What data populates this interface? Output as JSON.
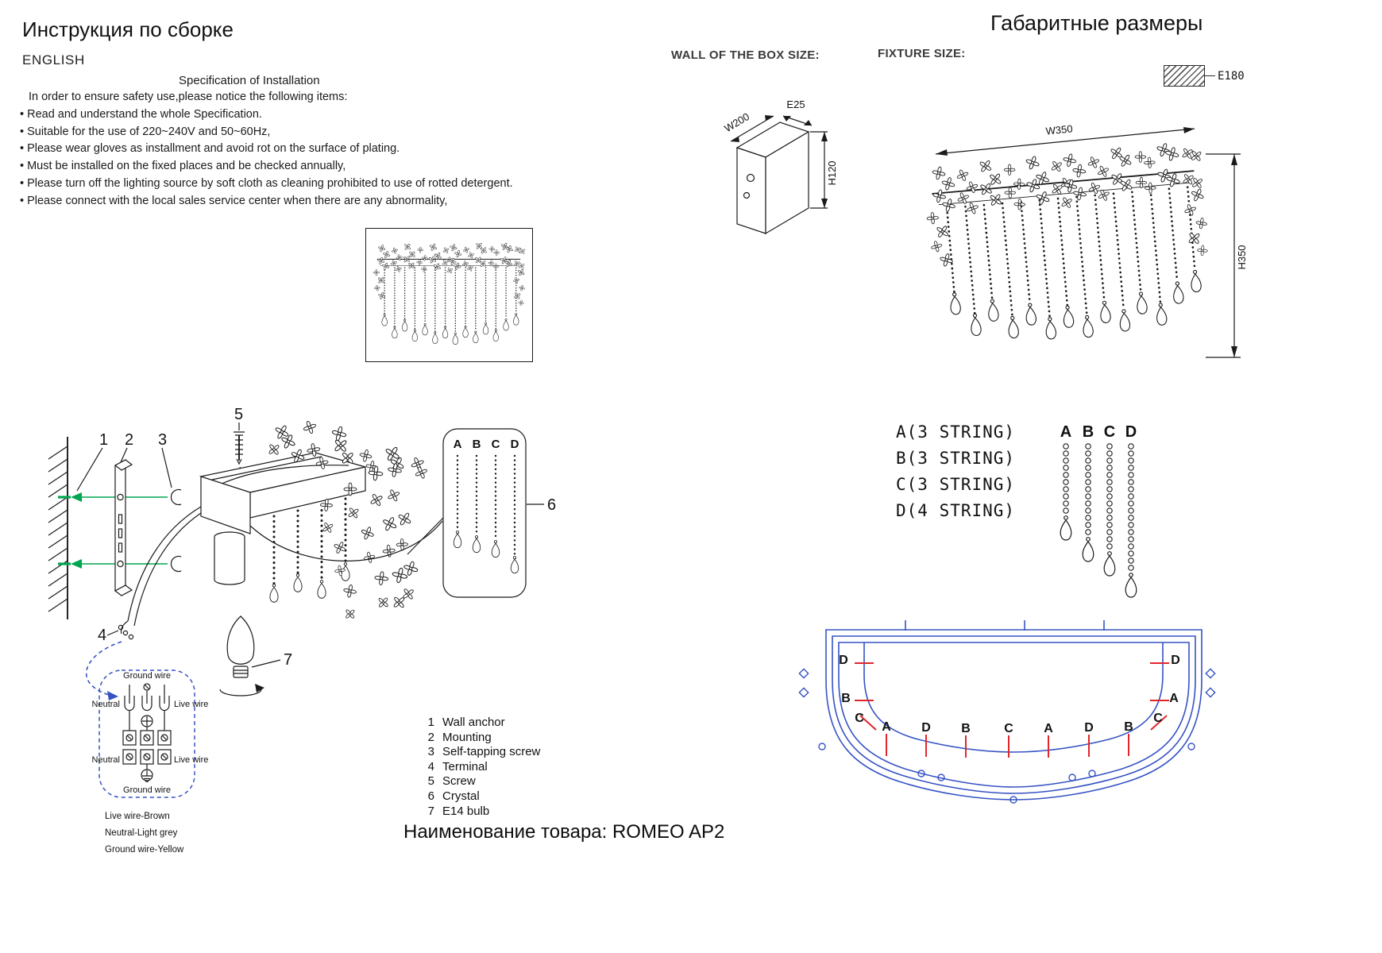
{
  "titles": {
    "assembly": "Инструкция по сборке",
    "dimensions": "Габаритные размеры",
    "language": "ENGLISH",
    "product": "Наименование товара: ROMEO AP2"
  },
  "spec": {
    "heading": "Specification of Installation",
    "intro": "In order to ensure safety use,please notice the following items:",
    "items": [
      "• Read and understand the whole Specification.",
      "• Suitable for the use of 220~240V and 50~60Hz,",
      "• Please wear gloves as installment and avoid rot on the surface of plating.",
      "• Must be installed on the fixed places and be checked annually,",
      "• Please turn off the lighting source by soft cloth as cleaning prohibited to use of rotted detergent.",
      "• Please connect with the local sales service center when there are any abnormality,"
    ]
  },
  "size_sections": {
    "wall_box_label": "WALL OF THE BOX SIZE:",
    "fixture_label": "FIXTURE SIZE:",
    "box_dims": {
      "width": "W200",
      "depth": "E25",
      "height": "H120"
    },
    "fixture_dims": {
      "width": "W350",
      "height": "H350",
      "depth": "E180"
    }
  },
  "strings_spec": {
    "lines": [
      "A(3 STRING)",
      "B(3 STRING)",
      "C(3 STRING)",
      "D(4 STRING)"
    ],
    "labels": [
      "A",
      "B",
      "C",
      "D"
    ]
  },
  "callouts": {
    "n1": "1",
    "n2": "2",
    "n3": "3",
    "n4": "4",
    "n5": "5",
    "n6": "6",
    "n7": "7"
  },
  "parts": [
    {
      "num": "1",
      "name": "Wall anchor"
    },
    {
      "num": "2",
      "name": "Mounting"
    },
    {
      "num": "3",
      "name": "Self-tapping screw"
    },
    {
      "num": "4",
      "name": "Terminal"
    },
    {
      "num": "5",
      "name": "Screw"
    },
    {
      "num": "6",
      "name": "Crystal"
    },
    {
      "num": "7",
      "name": "E14 bulb"
    }
  ],
  "wiring": {
    "ground_top": "Ground wire",
    "neutral_top": "Neutral",
    "live_top": "Live wire",
    "neutral_bottom": "Neutral",
    "live_bottom": "Live wire",
    "ground_bottom": "Ground wire",
    "legend": [
      "Live wire-Brown",
      "Neutral-Light grey",
      "Ground wire-Yellow"
    ]
  },
  "stadium": {
    "letters": [
      "D",
      "B",
      "C",
      "A",
      "D",
      "B",
      "C",
      "A",
      "D",
      "B",
      "C",
      "A",
      "D"
    ]
  },
  "colors": {
    "blue": "#3653c4",
    "green": "#00a551",
    "red": "#e0262b",
    "ink": "#1b1b1b"
  }
}
